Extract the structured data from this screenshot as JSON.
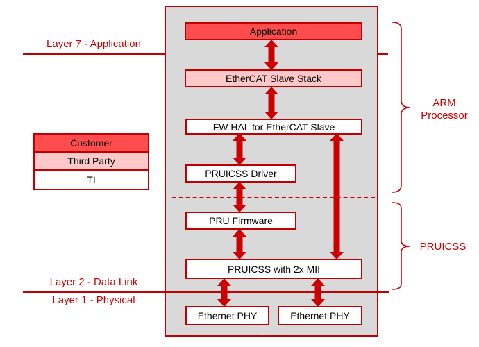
{
  "diagram": {
    "nodes": {
      "application": {
        "label": "Application"
      },
      "ethercat_slave_stack": {
        "label": "EtherCAT Slave Stack"
      },
      "fw_hal": {
        "label": "FW HAL for EtherCAT Slave"
      },
      "pruicss_driver": {
        "label": "PRUICSS Driver"
      },
      "pru_firmware": {
        "label": "PRU Firmware"
      },
      "pruicss_mii": {
        "label": "PRUICSS with 2x MII"
      },
      "ethernet_phy_left": {
        "label": "Ethernet PHY"
      },
      "ethernet_phy_right": {
        "label": "Ethernet PHY"
      }
    },
    "legend": {
      "items": [
        {
          "label": "Customer",
          "color": "#ff4d4d"
        },
        {
          "label": "Third Party",
          "color": "#ffc9c9"
        },
        {
          "label": "TI",
          "color": "#ffffff"
        }
      ]
    },
    "layers": {
      "layer7": {
        "label": "Layer 7 - Application"
      },
      "layer2": {
        "label": "Layer 2 - Data Link"
      },
      "layer1": {
        "label": "Layer 1 - Physical"
      }
    },
    "groups": {
      "arm_processor": {
        "label": "ARM Processor"
      },
      "pruicss": {
        "label": "PRUICSS"
      }
    },
    "colors": {
      "panel_fill": "#d9d9d9",
      "border_red": "#c00000",
      "arrow_red": "#cc0000",
      "label_red": "#cc0000",
      "fill_red": "#ff4d4d",
      "fill_pink": "#ffc9c9",
      "fill_white": "#ffffff"
    }
  }
}
